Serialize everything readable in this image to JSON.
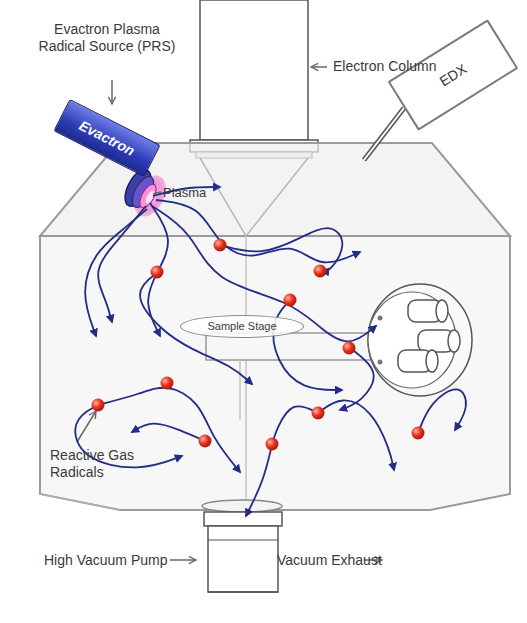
{
  "diagram": {
    "nodes": [
      {
        "text": [
          "Evactron"
        ]
      },
      {
        "text": [
          "EDX"
        ]
      },
      {
        "text": [
          "Sample Stage"
        ]
      }
    ],
    "labels": [
      "Evactron Plasma Radical Source (PRS)",
      "Electron Column",
      "Plasma",
      "Reactive Gas Radicals",
      "High Vacuum Pump",
      "Vacuum Exhaust"
    ]
  }
}
